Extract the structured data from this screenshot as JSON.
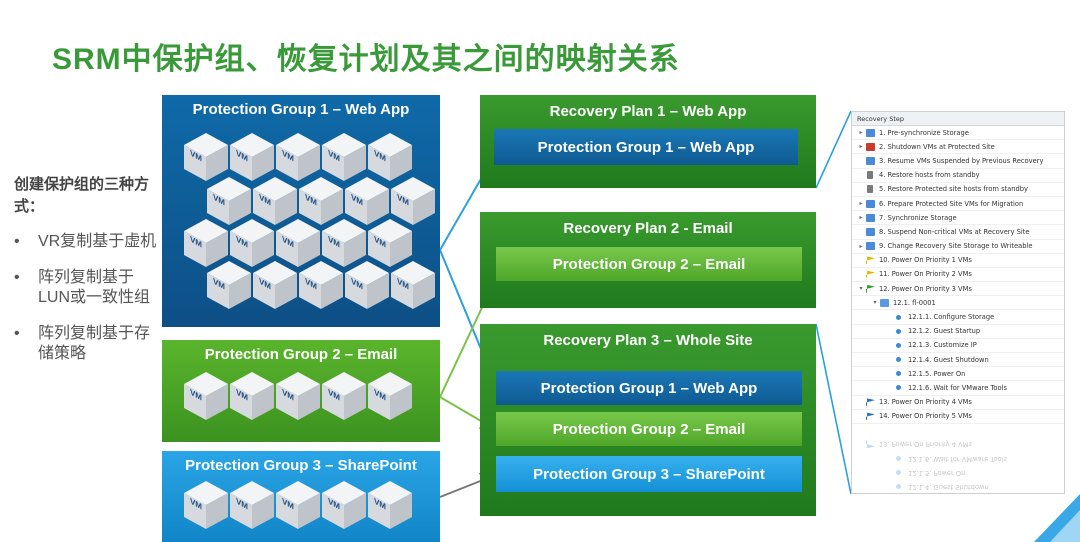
{
  "title": "SRM中保护组、恢复计划及其之间的映射关系",
  "left": {
    "heading": "创建保护组的三种方式：",
    "bullets": [
      "VR复制基于虚机",
      "阵列复制基于LUN或一致性组",
      "阵列复制基于存储策略"
    ]
  },
  "vm_label": "VM",
  "protection_groups": [
    "Protection Group 1 – Web App",
    "Protection Group 2 – Email",
    "Protection Group 3 – SharePoint"
  ],
  "recovery_plans": [
    {
      "title": "Recovery Plan 1 – Web App",
      "groups": [
        "Protection Group 1 – Web App"
      ]
    },
    {
      "title": "Recovery Plan 2 - Email",
      "groups": [
        "Protection Group 2 – Email"
      ]
    },
    {
      "title": "Recovery Plan 3 – Whole Site",
      "groups": [
        "Protection Group 1 – Web App",
        "Protection Group 2 – Email",
        "Protection Group 3 – SharePoint"
      ]
    }
  ],
  "recovery_steps": {
    "header": "Recovery Step",
    "steps": [
      {
        "text": "1. Pre-synchronize Storage",
        "icon": "storage-icon",
        "level": 0,
        "expand": true
      },
      {
        "text": "2. Shutdown VMs at Protected Site",
        "icon": "shutdown-icon",
        "level": 0,
        "expand": true
      },
      {
        "text": "3. Resume VMs Suspended by Previous Recovery",
        "icon": "resume-icon",
        "level": 0,
        "expand": false
      },
      {
        "text": "4. Restore hosts from standby",
        "icon": "host-icon",
        "level": 0,
        "expand": false
      },
      {
        "text": "5. Restore Protected site hosts from standby",
        "icon": "host-icon",
        "level": 0,
        "expand": false
      },
      {
        "text": "6. Prepare Protected Site VMs for Migration",
        "icon": "storage-icon",
        "level": 0,
        "expand": true
      },
      {
        "text": "7. Synchronize Storage",
        "icon": "storage-icon",
        "level": 0,
        "expand": true
      },
      {
        "text": "8. Suspend Non-critical VMs at Recovery Site",
        "icon": "resume-icon",
        "level": 0,
        "expand": false
      },
      {
        "text": "9. Change Recovery Site Storage to Writeable",
        "icon": "storage-icon",
        "level": 0,
        "expand": true
      },
      {
        "text": "10. Power On Priority 1 VMs",
        "icon": "flag-yellow-icon",
        "level": 0,
        "expand": false
      },
      {
        "text": "11. Power On Priority 2 VMs",
        "icon": "flag-yellow-icon",
        "level": 0,
        "expand": false
      },
      {
        "text": "12. Power On Priority 3 VMs",
        "icon": "flag-green-icon",
        "level": 0,
        "expand": true,
        "open": true
      },
      {
        "text": "12.1. fl-0001",
        "icon": "vm-icon",
        "level": 1,
        "expand": true,
        "open": true
      },
      {
        "text": "12.1.1. Configure Storage",
        "icon": "dot-icon",
        "level": 2,
        "expand": false
      },
      {
        "text": "12.1.2. Guest Startup",
        "icon": "dot-icon",
        "level": 2,
        "expand": false
      },
      {
        "text": "12.1.3. Customize IP",
        "icon": "dot-icon",
        "level": 2,
        "expand": false
      },
      {
        "text": "12.1.4. Guest Shutdown",
        "icon": "dot-icon",
        "level": 2,
        "expand": false
      },
      {
        "text": "12.1.5. Power On",
        "icon": "dot-icon",
        "level": 2,
        "expand": false
      },
      {
        "text": "12.1.6. Wait for VMware Tools",
        "icon": "dot-icon",
        "level": 2,
        "expand": false
      },
      {
        "text": "13. Power On Priority 4 VMs",
        "icon": "flag-blue-icon",
        "level": 0,
        "expand": false
      },
      {
        "text": "14. Power On Priority 5 VMs",
        "icon": "flag-blue-icon",
        "level": 0,
        "expand": false
      }
    ]
  },
  "colors": {
    "title": "#3a9a3a",
    "pg_web": "#0f5f9a",
    "pg_email": "#4ea72a",
    "pg_sharepoint": "#1c94d8",
    "recovery_plan": "#2a8a25"
  }
}
